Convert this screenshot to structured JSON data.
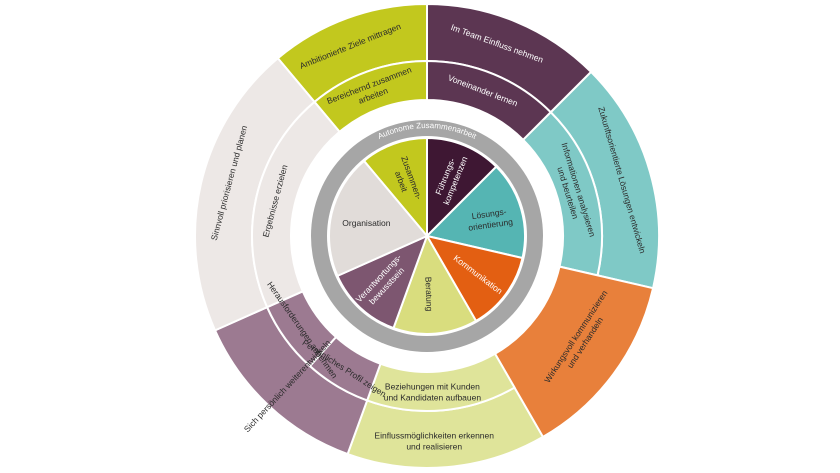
{
  "center_ring_title": "Autonome Zusammenarbeit",
  "colors": {
    "lime": "#c2c81e",
    "plum": "#5c3652",
    "teal": "#7fc9c6",
    "orange": "#e8803b",
    "pale_yellow": "#dfe49a",
    "mauve": "#9c7a91",
    "light_grey": "#ede8e6",
    "dark_plum": "#3e1733",
    "teal_core": "#55b5b3",
    "orange_core": "#e35f12",
    "pale_yellow_core": "#d9dd7e",
    "mauve_core": "#7d5670",
    "grey_core": "#e1dcd9",
    "ring_band": "#a6a6a6"
  },
  "core_segments": [
    {
      "label": "Zusammen-\narbeit",
      "color_key": "lime",
      "text_color": "#2b2b2b"
    },
    {
      "label": "Führungs-\nkompetenzen",
      "color_key": "dark_plum",
      "text_color": "#ffffff"
    },
    {
      "label": "Lösungs-\norientierung",
      "color_key": "teal_core",
      "text_color": "#2b2b2b"
    },
    {
      "label": "Kommunikation",
      "color_key": "orange_core",
      "text_color": "#ffffff"
    },
    {
      "label": "Beratung",
      "color_key": "pale_yellow_core",
      "text_color": "#2b2b2b"
    },
    {
      "label": "Verantwortungs-\nbewusstsein",
      "color_key": "mauve_core",
      "text_color": "#ffffff"
    },
    {
      "label": "Organisation",
      "color_key": "grey_core",
      "text_color": "#2b2b2b"
    }
  ],
  "middle_segments": [
    {
      "label": "Bereichernd zusammen\narbeiten",
      "color_key": "lime",
      "text_color": "#2b2b2b"
    },
    {
      "label": "Voneinander lernen",
      "color_key": "plum",
      "text_color": "#ffffff"
    },
    {
      "label": "Informationen analysieren\nund beurteilen",
      "color_key": "teal",
      "text_color": "#2b2b2b"
    },
    {
      "label": "Wirkungsvoll kommunizieren\nund verhandeln",
      "color_key": "orange",
      "text_color": "#2b2b2b"
    },
    {
      "label": "Beziehungen mit Kunden\nund Kandidaten aufbauen",
      "color_key": "pale_yellow",
      "text_color": "#2b2b2b"
    },
    {
      "label": "Persönliches Profil zeigen",
      "color_key": "mauve",
      "text_color": "#2b2b2b"
    },
    {
      "label": "Herausforderungen annehmen",
      "color_key": "mauve",
      "text_color": "#2b2b2b"
    },
    {
      "label": "Ergebnisse erzielen",
      "color_key": "light_grey",
      "text_color": "#2b2b2b"
    }
  ],
  "outer_segments": [
    {
      "label": "Ambitionierte Ziele mittragen",
      "color_key": "lime",
      "text_color": "#2b2b2b"
    },
    {
      "label": "Im Team Einfluss nehmen",
      "color_key": "plum",
      "text_color": "#ffffff"
    },
    {
      "label": "Zukunftsorientierte Lösungen entwickeln",
      "color_key": "teal",
      "text_color": "#2b2b2b"
    },
    {
      "label": "Einflussmöglichkeiten erkennen\nund realisieren",
      "color_key": "pale_yellow",
      "text_color": "#2b2b2b"
    },
    {
      "label": "Sich persönlich weiterentwickeln",
      "color_key": "mauve",
      "text_color": "#2b2b2b"
    },
    {
      "label": "Sinnvoll priorisieren und planen",
      "color_key": "light_grey",
      "text_color": "#2b2b2b"
    }
  ]
}
